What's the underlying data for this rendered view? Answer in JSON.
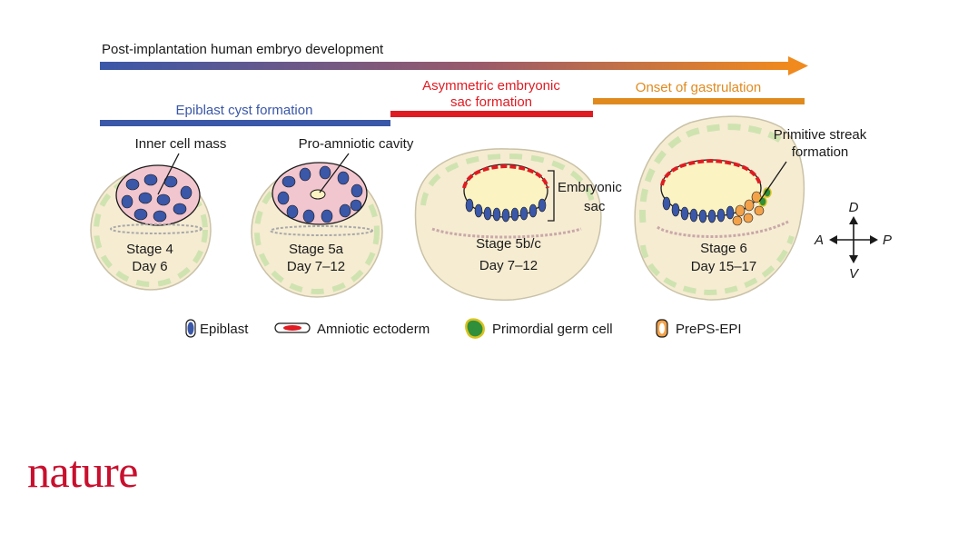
{
  "timeline": {
    "title": "Post-implantation human embryo development",
    "phases": [
      {
        "line1": "Epiblast cyst formation",
        "line2": "",
        "color": "#3a57a8"
      },
      {
        "line1": "Asymmetric embryonic",
        "line2": "sac formation",
        "color": "#e01b22"
      },
      {
        "line1": "Onset of gastrulation",
        "line2": "",
        "color": "#e08a1e"
      }
    ]
  },
  "callouts": {
    "inner_cell_mass": "Inner cell mass",
    "pro_amniotic_cavity": "Pro-amniotic cavity",
    "embryonic_sac_1": "Embryonic",
    "embryonic_sac_2": "sac",
    "primitive_streak_1": "Primitive streak",
    "primitive_streak_2": "formation"
  },
  "stages": [
    {
      "name": "Stage 4",
      "day": "Day 6"
    },
    {
      "name": "Stage 5a",
      "day": "Day 7–12"
    },
    {
      "name": "Stage 5b/c",
      "day": "Day 7–12"
    },
    {
      "name": "Stage 6",
      "day": "Day 15–17"
    }
  ],
  "axes": {
    "dorsal": "D",
    "ventral": "V",
    "anterior": "A",
    "posterior": "P"
  },
  "legend": [
    {
      "label": "Epiblast",
      "icon": "epiblast-cell-icon"
    },
    {
      "label": "Amniotic ectoderm",
      "icon": "amniotic-ectoderm-cell-icon"
    },
    {
      "label": "Primordial germ cell",
      "icon": "primordial-germ-cell-icon"
    },
    {
      "label": "PrePS-EPI",
      "icon": "preps-epi-cell-icon"
    }
  ],
  "colors": {
    "epiblast": "#3a57a8",
    "amnion": "#e01b22",
    "gastrulation": "#e08a1e",
    "trophoblast": "#f6ecd2",
    "pink_cell": "#f2c6cf",
    "cavity": "#fbf3c2",
    "green_cell": "#cfe3b0"
  },
  "brand": {
    "logo": "nature",
    "color": "#c8102e"
  }
}
